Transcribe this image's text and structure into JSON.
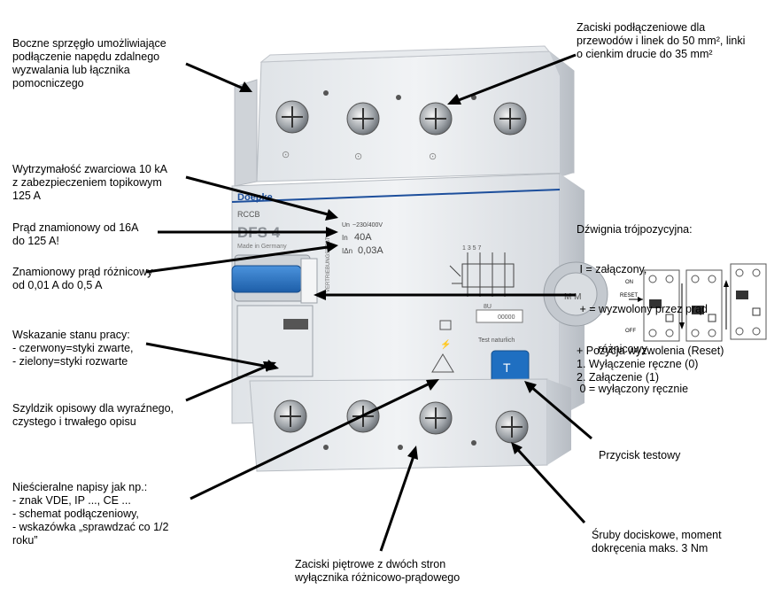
{
  "annotations": {
    "side_coupling": [
      "Boczne sprzęgło umożliwiające",
      "podłączenie napędu zdalnego",
      "wyzwalania lub łącznika",
      "pomocniczego"
    ],
    "terminals_top": [
      "Zaciski podłączeniowe dla",
      "przewodów i linek do 50 mm², linki",
      "o cienkim drucie do 35 mm²"
    ],
    "short_circuit": [
      "Wytrzymałość zwarciowa 10 kA",
      "z zabezpieczeniem topikowym",
      "125 A"
    ],
    "rated_current": [
      "Prąd znamionowy od 16A",
      "do 125 A!"
    ],
    "residual_current": [
      "Znamionowy prąd różnicowy",
      "od 0,01 A do 0,5 A"
    ],
    "status": [
      "Wskazanie stanu pracy:",
      "- czerwony=styki zwarte,",
      "- zielony=styki rozwarte"
    ],
    "label_plate": [
      "Szyldzik opisowy dla wyraźnego,",
      "czystego i trwałego opisu"
    ],
    "indelible": [
      "Nieścieralne napisy jak np.:",
      "- znak VDE, IP ..., CE ...",
      "- schemat podłączeniowy,",
      "- wskazówka „sprawdzać co 1/2",
      "  roku”"
    ],
    "multi_terminals": [
      "Zaciski piętrowe z dwóch stron",
      "wyłącznika różnicowo-prądowego"
    ],
    "screws": [
      "Śruby dociskowe, moment",
      "dokręcenia maks. 3 Nm"
    ],
    "test_button": [
      "Przycisk testowy"
    ],
    "lever": [
      "Dźwignia trójpozycyjna:",
      " I = załączony,",
      " + = wyzwolony przez prąd",
      "       różnicowy",
      " 0 = wyłączony ręcznie"
    ],
    "reset": [
      "+ Pozycja wyzwolenia (Reset)",
      "1. Wyłączenie ręczne (0)",
      "2. Załączenie (1)"
    ]
  },
  "device": {
    "brand": "Doepke",
    "type_label": "RCCB",
    "model": "DFS 4",
    "made_in": "Made in Germany",
    "voltage_label": "Un",
    "voltage": "~230/400V",
    "current_label": "In",
    "current": "40A",
    "residual_label": "IΔn",
    "residual": "0,03A",
    "test_label": "Test naturlich",
    "code": "8U",
    "series": "00000",
    "terminal_numbers": "1 3 5 7",
    "side_text": "VERTRIEBUNGSTEST"
  },
  "lever_diagram": {
    "on_label": "ON",
    "reset_label": "RESET",
    "off_label": "OFF"
  },
  "colors": {
    "test_button": "#1f6fc1",
    "lever": "#2a78c8",
    "body": "#e9ecef",
    "brand_blue": "#1d4f9c"
  }
}
